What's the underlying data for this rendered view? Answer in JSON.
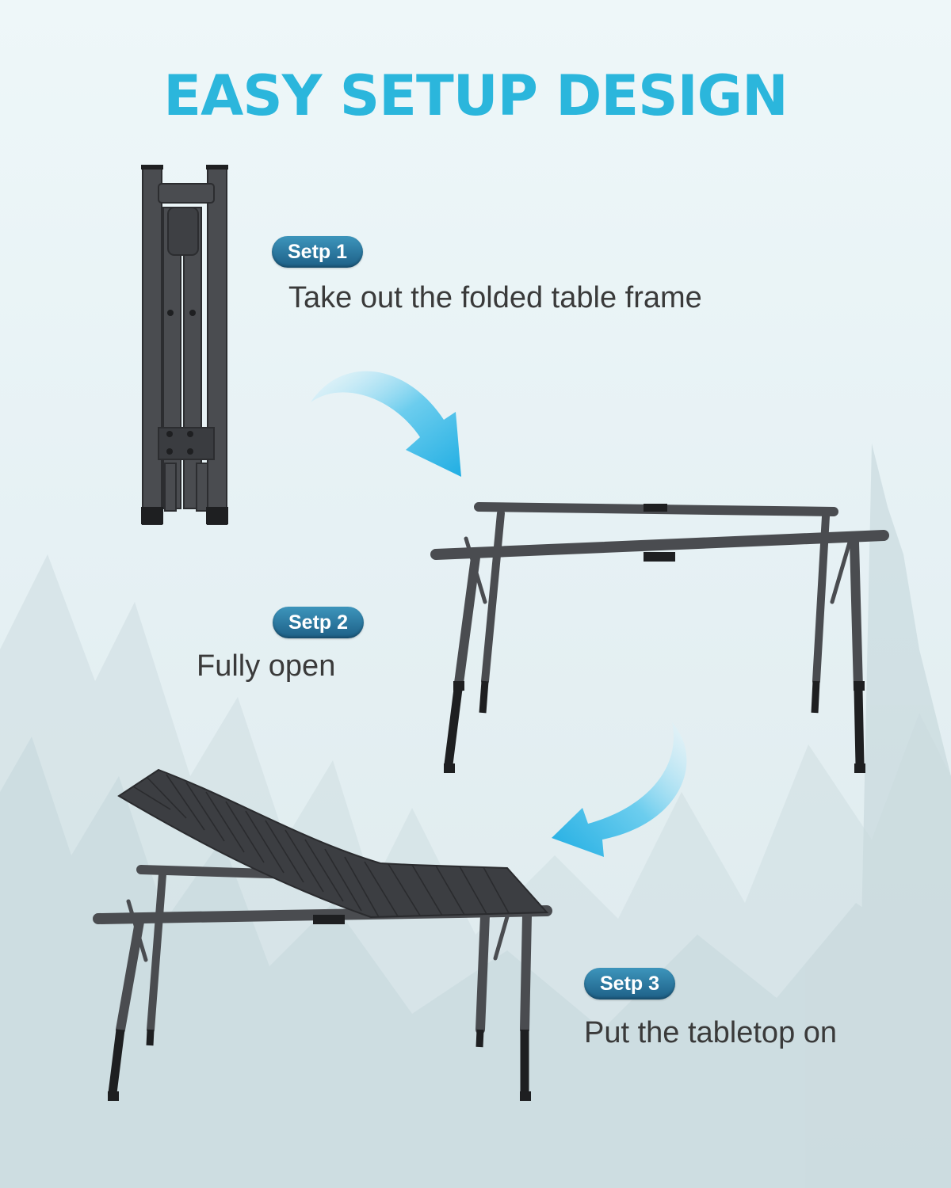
{
  "header": {
    "title": "EASY SETUP DESIGN"
  },
  "steps": [
    {
      "badge": "Setp 1",
      "caption": "Take out the folded table frame"
    },
    {
      "badge": "Setp 2",
      "caption": "Fully open"
    },
    {
      "badge": "Setp 3",
      "caption": "Put the tabletop on"
    }
  ],
  "colors": {
    "title": "#2bb6dc",
    "badge": "#1d5f86",
    "arrow": "#35b9e6",
    "frame": "#4a4c50",
    "caption": "#3a3a3a"
  },
  "icons": [
    "curved-arrow-icon",
    "curved-arrow-icon"
  ]
}
